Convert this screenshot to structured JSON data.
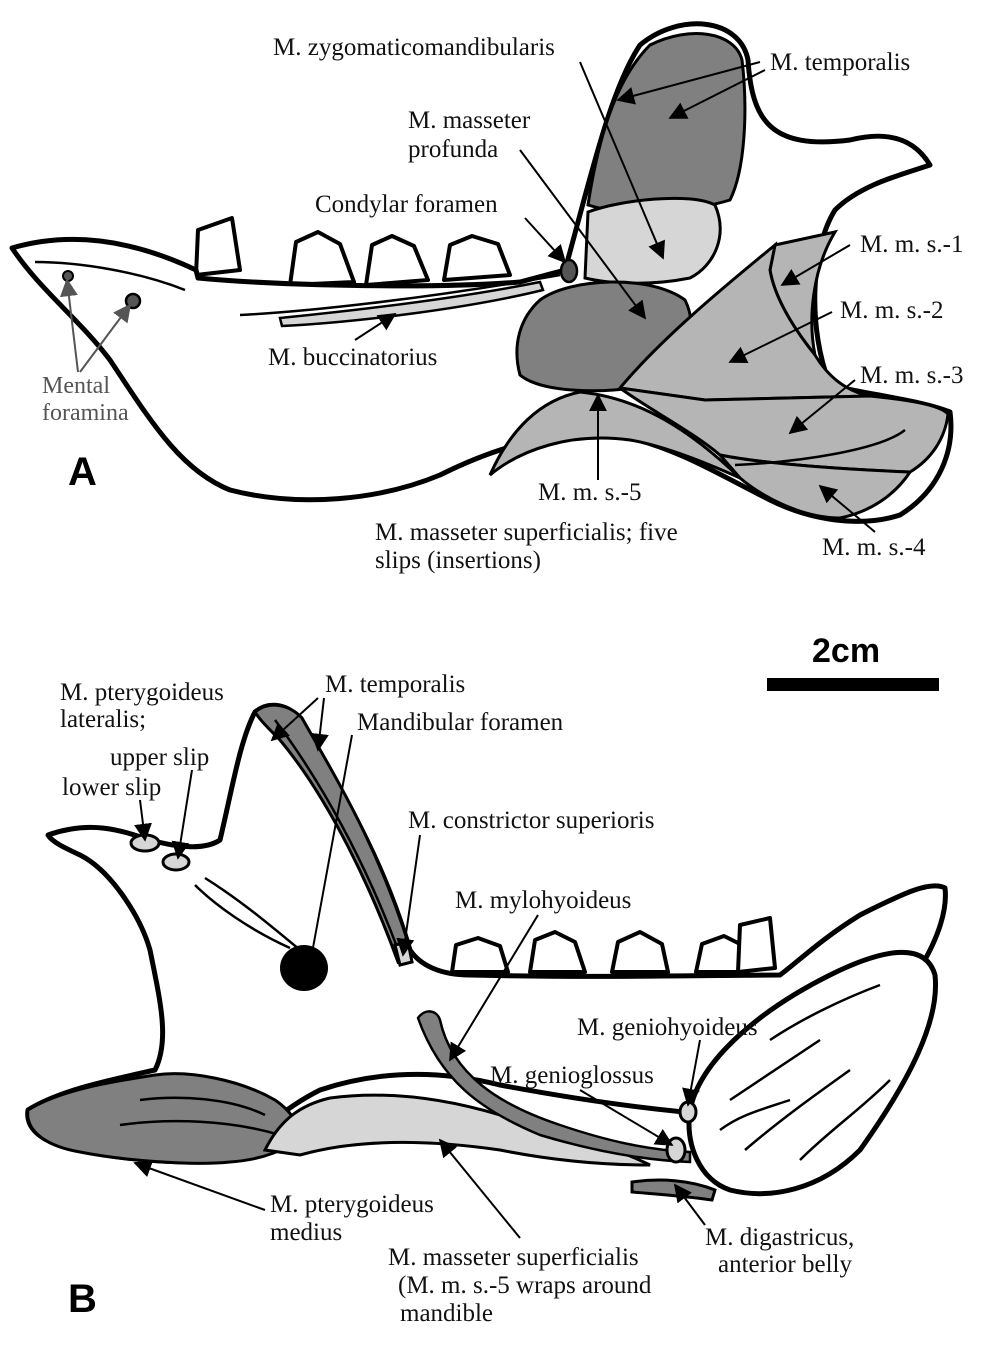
{
  "panels": {
    "a": "A",
    "b": "B"
  },
  "scale_bar": "2cm",
  "labels_a": {
    "zygomaticomandibularis": "M. zygomaticomandibularis",
    "temporalis": "M. temporalis",
    "masseter_profunda_1": "M. masseter",
    "masseter_profunda_2": "profunda",
    "condylar_foramen": "Condylar foramen",
    "mms1": "M. m. s.-1",
    "mms2": "M. m. s.-2",
    "mms3": "M. m. s.-3",
    "mms4": "M. m. s.-4",
    "mms5": "M. m. s.-5",
    "buccinatorius": "M. buccinatorius",
    "mental_1": "Mental",
    "mental_2": "foramina",
    "superficialis_1": "M. masseter superficialis; five",
    "superficialis_2": "slips (insertions)"
  },
  "labels_b": {
    "pterygoideus_lat_1": "M. pterygoideus",
    "pterygoideus_lat_2": "lateralis;",
    "upper_slip": "upper slip",
    "lower_slip": "lower slip",
    "temporalis": "M. temporalis",
    "mandibular_foramen": "Mandibular foramen",
    "constrictor": "M. constrictor superioris",
    "mylohyoideus": "M. mylohyoideus",
    "geniohyoideus": "M. geniohyoideus",
    "genioglossus": "M. genioglossus",
    "pterygoideus_med_1": "M. pterygoideus",
    "pterygoideus_med_2": "medius",
    "superficialis_1": "M. masseter superficialis",
    "superficialis_2": "(M. m. s.-5 wraps around",
    "superficialis_3": "mandible",
    "digastricus_1": "M. digastricus,",
    "digastricus_2": "anterior belly"
  }
}
